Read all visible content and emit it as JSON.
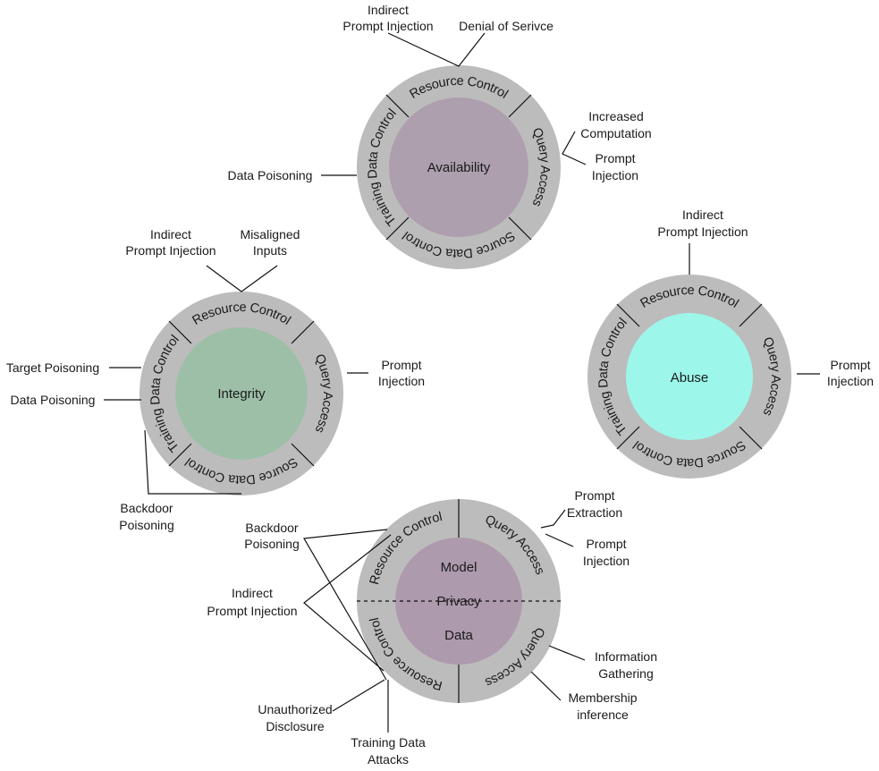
{
  "cores": {
    "availability": "Availability",
    "integrity": "Integrity",
    "abuse": "Abuse",
    "privacy_model": "Model",
    "privacy_center": "Privacy",
    "privacy_data": "Data"
  },
  "segments": {
    "resource_control": "Resource Control",
    "query_access": "Query Access",
    "source_data_control": "Source Data Control",
    "training_data_control": "Training Data Control"
  },
  "availability_attacks": {
    "indirect_1": "Indirect",
    "indirect_2": "Prompt Injection",
    "dos": "Denial of Serivce",
    "increased_1": "Increased",
    "increased_2": "Computation",
    "prompt_1": "Prompt",
    "prompt_2": "Injection",
    "data_poisoning": "Data Poisoning"
  },
  "integrity_attacks": {
    "indirect_1": "Indirect",
    "indirect_2": "Prompt Injection",
    "misaligned_1": "Misaligned",
    "misaligned_2": "Inputs",
    "target_poisoning": "Target Poisoning",
    "data_poisoning": "Data Poisoning",
    "prompt_1": "Prompt",
    "prompt_2": "Injection",
    "backdoor_1": "Backdoor",
    "backdoor_2": "Poisoning"
  },
  "abuse_attacks": {
    "indirect_1": "Indirect",
    "indirect_2": "Prompt Injection",
    "prompt_1": "Prompt",
    "prompt_2": "Injection"
  },
  "privacy_attacks": {
    "backdoor_1": "Backdoor",
    "backdoor_2": "Poisoning",
    "indirect_1": "Indirect",
    "indirect_2": "Prompt Injection",
    "unauth_1": "Unauthorized",
    "unauth_2": "Disclosure",
    "training_1": "Training Data",
    "training_2": "Attacks",
    "extraction_1": "Prompt",
    "extraction_2": "Extraction",
    "prompt_1": "Prompt",
    "prompt_2": "Injection",
    "info_1": "Information",
    "info_2": "Gathering",
    "membership_1": "Membership",
    "membership_2": "inference"
  }
}
